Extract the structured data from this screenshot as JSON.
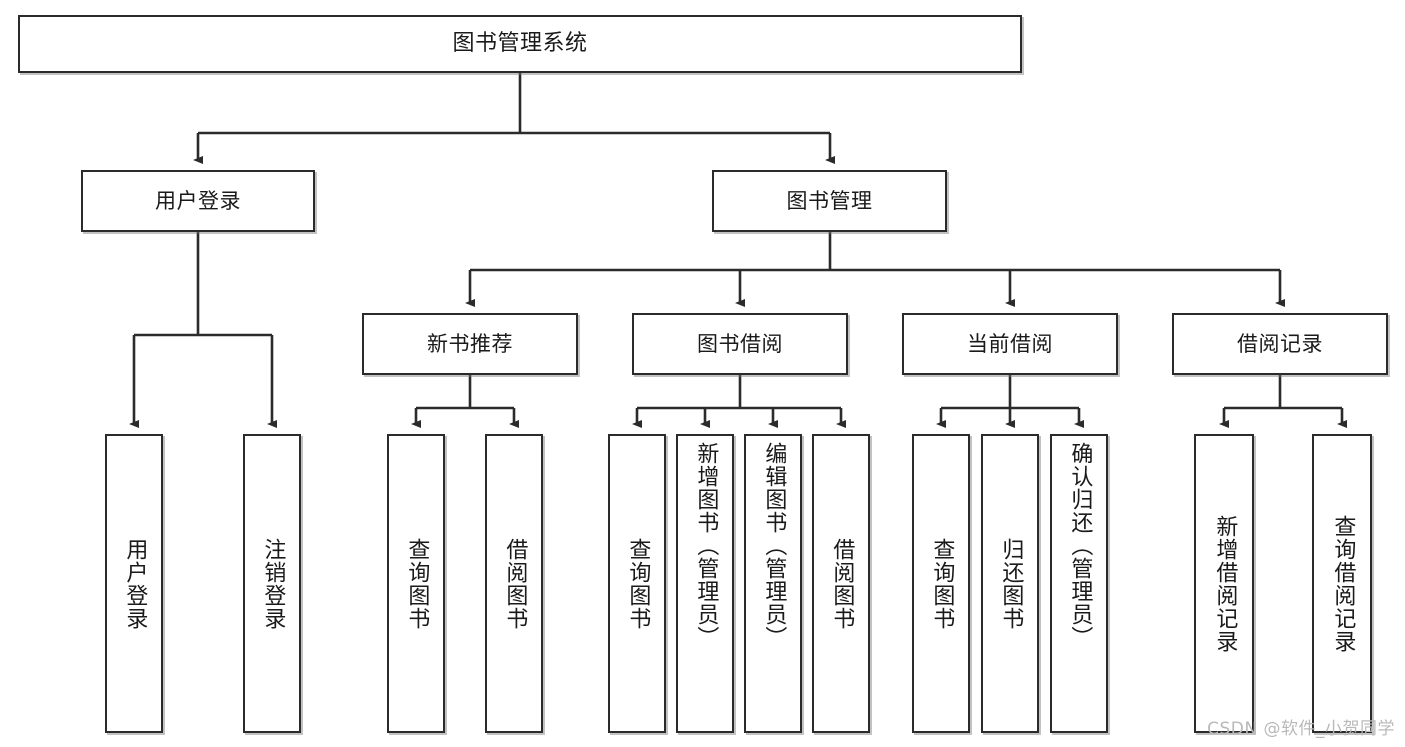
{
  "diagram": {
    "title": "图书管理系统",
    "type": "功能结构图",
    "watermark": "CSDN @软件_小贺同学",
    "line_color": "#2b2b2b",
    "box_fill": "#ffffff",
    "text_color": "#1a1a1a",
    "watermark_color": "#b9b9b9"
  },
  "nodes": {
    "root": {
      "label": "图书管理系统"
    },
    "level1": [
      {
        "label": "用户登录"
      },
      {
        "label": "图书管理"
      }
    ],
    "level2": [
      {
        "label": "新书推荐"
      },
      {
        "label": "图书借阅"
      },
      {
        "label": "当前借阅"
      },
      {
        "label": "借阅记录"
      }
    ],
    "leaves": {
      "user_login": [
        {
          "label": "用户登录"
        },
        {
          "label": "注销登录"
        }
      ],
      "new_book_recommend": [
        {
          "label": "查询图书"
        },
        {
          "label": "借阅图书"
        }
      ],
      "book_borrow": [
        {
          "label": "查询图书"
        },
        {
          "label": "新增图书（管理员）"
        },
        {
          "label": "编辑图书（管理员）"
        },
        {
          "label": "借阅图书"
        }
      ],
      "current_borrow": [
        {
          "label": "查询图书"
        },
        {
          "label": "归还图书"
        },
        {
          "label": "确认归还（管理员）"
        }
      ],
      "borrow_record": [
        {
          "label": "新增借阅记录"
        },
        {
          "label": "查询借阅记录"
        }
      ]
    }
  }
}
